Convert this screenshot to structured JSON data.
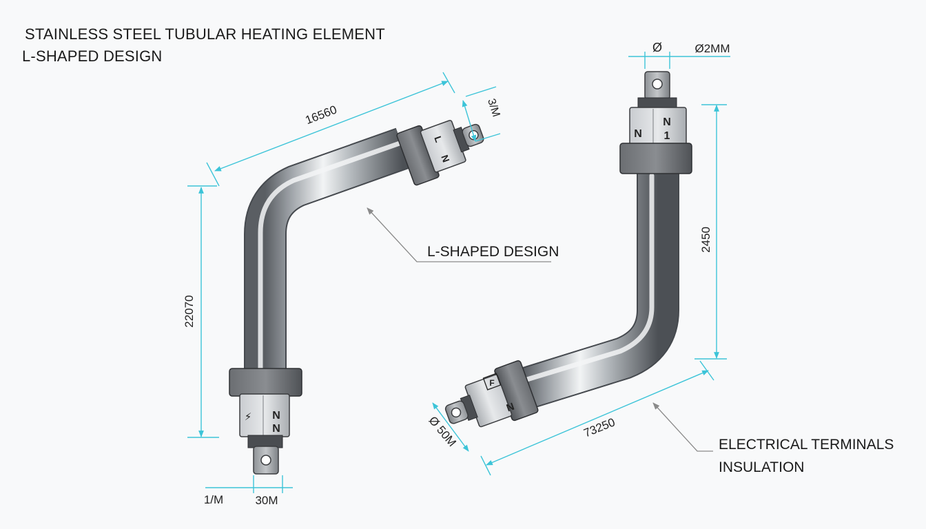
{
  "title": {
    "line1": "STAINLESS STEEL TUBULAR HEATING ELEMENT",
    "line2": "L-SHAPED DESIGN"
  },
  "colors": {
    "dimension_line": "#3cc4d8",
    "leader_line": "#8a8a8a",
    "background": "#f8f9fa",
    "terminal_block": "#5c5f63"
  },
  "left_element": {
    "dim_top_length": "16560",
    "dim_top_thread": "3/M",
    "dim_left_height": "22070",
    "dim_bottom_a": "1/M",
    "dim_bottom_b": "30M",
    "callout": "L-SHAPED DESIGN",
    "terminal_top_labels": [
      "L",
      "N"
    ],
    "terminal_bottom_labels": [
      "N",
      "N"
    ],
    "terminal_bottom_symbol": "⚡"
  },
  "right_element": {
    "dim_top_a": "Ø",
    "dim_top_b": "Ø2MM",
    "dim_right_height": "2450",
    "dim_bottom_length": "73250",
    "dim_bottom_dia": "Ø 50M",
    "callout_line1": "ELECTRICAL TERMINALS",
    "callout_line2": "INSULATION",
    "terminal_top_labels": [
      "N",
      "N",
      "1"
    ],
    "terminal_bottom_labels": [
      "F",
      "N"
    ]
  }
}
